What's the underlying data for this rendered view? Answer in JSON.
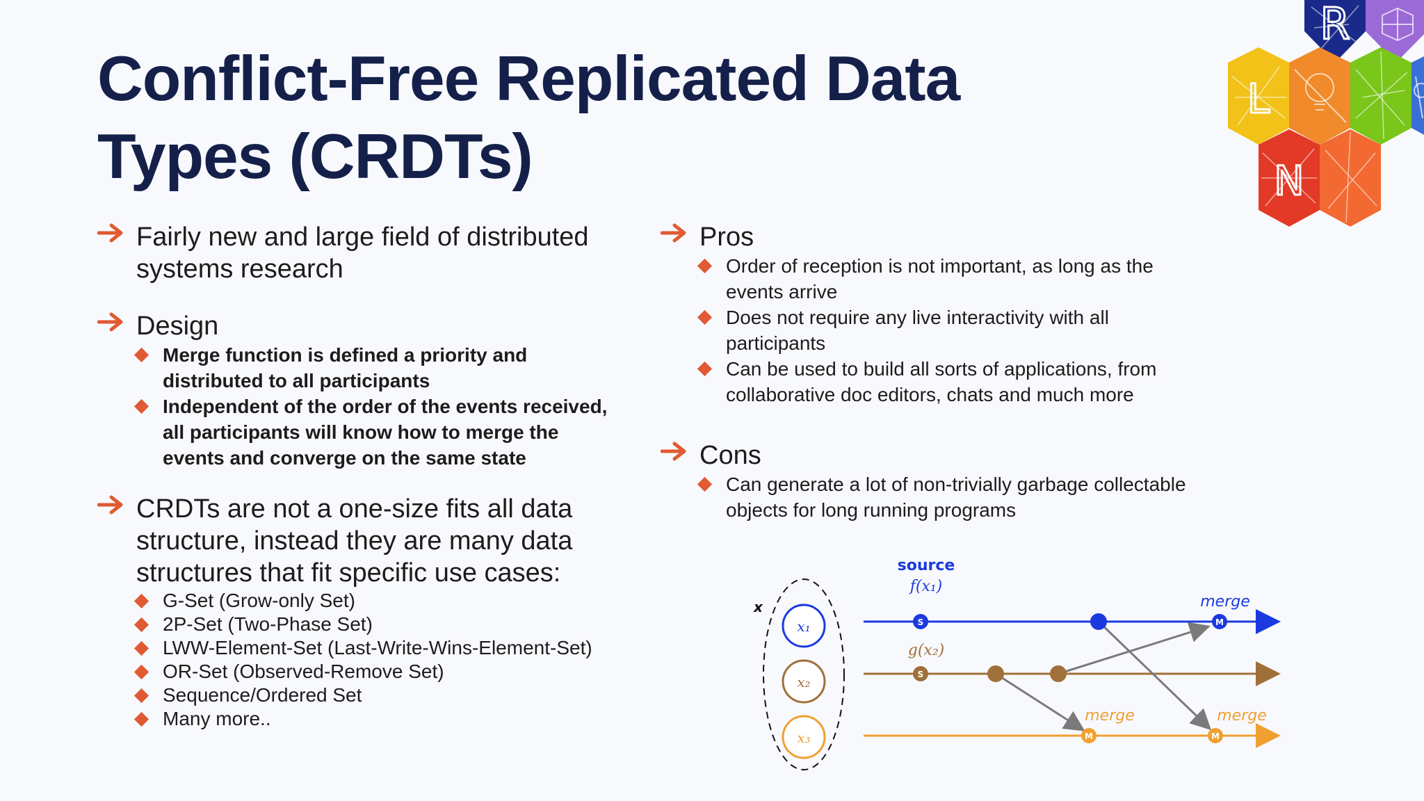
{
  "slide": {
    "title_line1": "Conflict-Free Replicated Data",
    "title_line2": "Types (CRDTs)"
  },
  "logo": {
    "letters": [
      "R",
      "L",
      "N"
    ],
    "hex_colors": [
      "#1a2a8a",
      "#9b6ad6",
      "#f2c218",
      "#f08a2a",
      "#7ac61a",
      "#3a6fd8",
      "#e23a26",
      "#f26a32"
    ]
  },
  "colors": {
    "title": "#15204a",
    "accent": "#e05a33"
  },
  "left_column": {
    "bullet1": {
      "line1": "Fairly new and large field of distributed",
      "line2": "systems research"
    },
    "bullet2": {
      "label": "Design",
      "items": [
        {
          "line1": "Merge function is defined a priority and",
          "line2": "distributed to all participants"
        },
        {
          "line1": "Independent of the order of the events received,",
          "line2": "all participants will know how to merge the",
          "line3": "events and converge on the same state"
        }
      ]
    },
    "bullet3": {
      "line1": "CRDTs are not a one-size fits all data",
      "line2": "structure, instead they are many data",
      "line3": "structures that fit specific use cases:",
      "items": [
        "G-Set (Grow-only Set)",
        "2P-Set (Two-Phase Set)",
        "LWW-Element-Set (Last-Write-Wins-Element-Set)",
        "OR-Set (Observed-Remove Set)",
        "Sequence/Ordered Set",
        "Many more.."
      ]
    }
  },
  "right_column": {
    "pros": {
      "label": "Pros",
      "items": [
        {
          "line1": "Order of reception is not important, as long as the",
          "line2": "events arrive"
        },
        {
          "line1": "Does not require any live interactivity with all",
          "line2": "participants"
        },
        {
          "line1": "Can be used to build all sorts of applications, from",
          "line2": "collaborative doc editors, chats and much more"
        }
      ]
    },
    "cons": {
      "label": "Cons",
      "items": [
        {
          "line1": "Can generate a lot of non-trivially garbage collectable",
          "line2": "objects for long running programs"
        }
      ]
    }
  },
  "diagram": {
    "x_label": "x",
    "source_label": "source",
    "fx1_label": "f(x₁)",
    "gx2_label": "g(x₂)",
    "merge_label": "merge",
    "node_x1": "x₁",
    "node_x2": "x₂",
    "node_x3": "x₃",
    "s_mark": "S",
    "m_mark": "M",
    "colors": {
      "blue": "#1a3ae0",
      "brown": "#a0703a",
      "orange": "#f0a030",
      "arrow": "#7a7a7a"
    }
  }
}
